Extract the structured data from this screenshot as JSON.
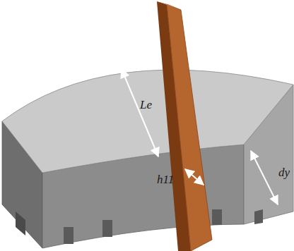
{
  "diagram": {
    "labels": [
      "Le",
      "h11",
      "dy"
    ]
  }
}
